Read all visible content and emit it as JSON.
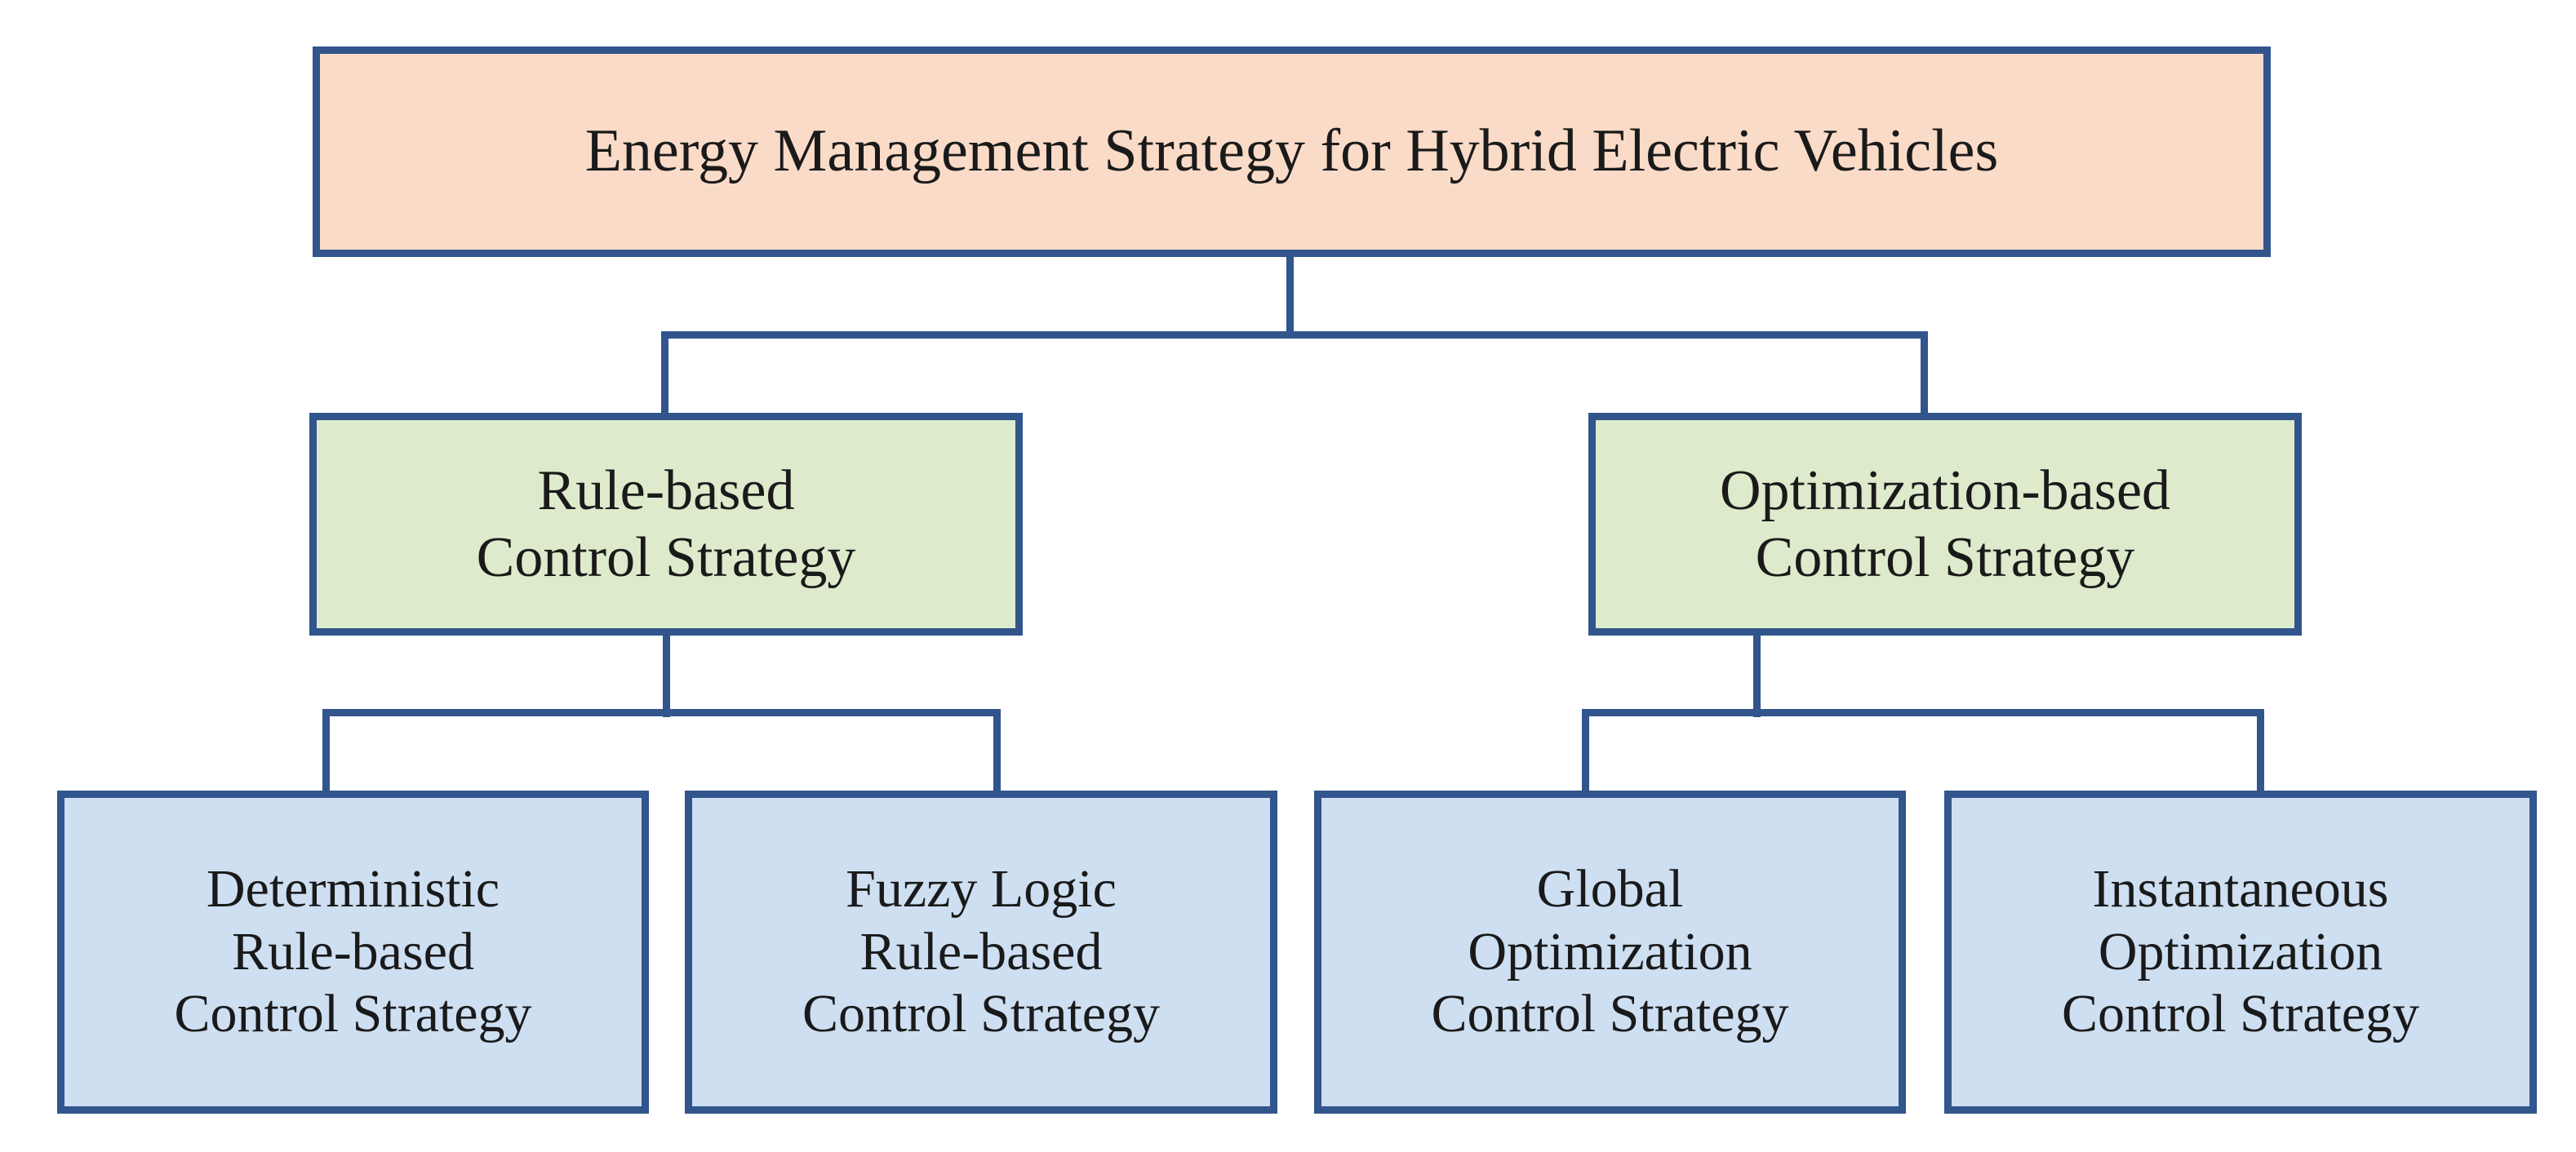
{
  "diagram": {
    "type": "hierarchy-tree",
    "orientation": "top-down",
    "levels": 3,
    "colors": {
      "line": "#31558C",
      "border": "#31558C",
      "root_fill": "#FADBC8",
      "category_fill": "#DDEACB",
      "leaf_fill": "#CEDFF2",
      "text": "#1A1A1A",
      "background": "#FFFFFF"
    },
    "root": {
      "id": "energy-management-strategy",
      "label": "Energy Management Strategy for Hybrid Electric Vehicles"
    },
    "categories": [
      {
        "id": "rule-based",
        "label": "Rule-based\nControl Strategy",
        "leaves": [
          {
            "id": "deterministic-rule-based",
            "label": "Deterministic\nRule-based\nControl Strategy"
          },
          {
            "id": "fuzzy-logic-rule-based",
            "label": "Fuzzy Logic\nRule-based\nControl Strategy"
          }
        ]
      },
      {
        "id": "optimization-based",
        "label": "Optimization-based\nControl Strategy",
        "leaves": [
          {
            "id": "global-optimization",
            "label": "Global\nOptimization\nControl Strategy"
          },
          {
            "id": "instantaneous-optimization",
            "label": "Instantaneous\nOptimization\nControl Strategy"
          }
        ]
      }
    ]
  }
}
